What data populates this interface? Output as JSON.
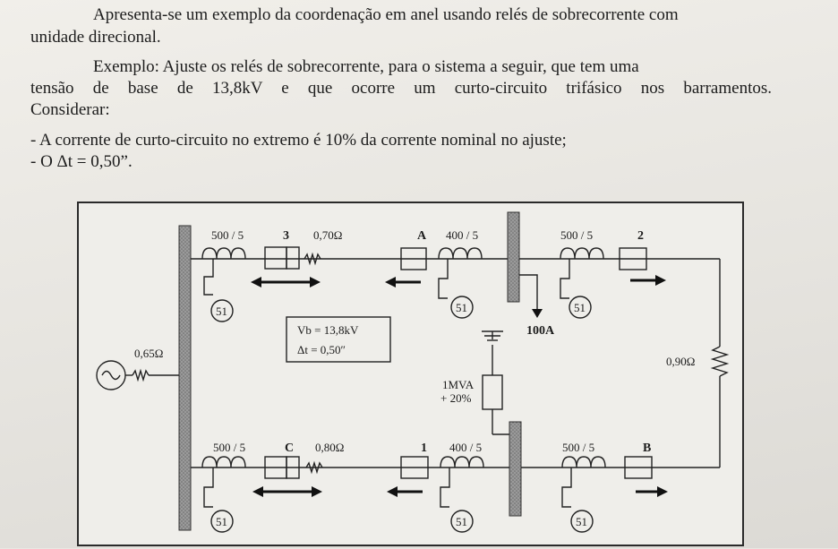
{
  "text": {
    "p1_line1": "Apresenta-se um exemplo da coordenação em anel usando relés de sobrecorrente com",
    "p1_line2": "unidade direcional.",
    "p2_line1": "Exemplo: Ajuste os relés de sobrecorrente, para o sistema a seguir, que tem uma",
    "p2_line2": "tensão de base de 13,8kV e que ocorre um curto-circuito trifásico nos barramentos.",
    "p2_line3": "Considerar:",
    "bullet1": "- A corrente de curto-circuito no extremo é 10% da corrente nominal no ajuste;",
    "bullet2": "- O Δt = 0,50”."
  },
  "diagram": {
    "ct_top_left": "500 / 5",
    "relay_top_left": "3",
    "imp_top_left": "0,70Ω",
    "relay_top_mid": "A",
    "ct_top_mid": "400 / 5",
    "ct_top_right": "500 / 5",
    "relay_top_right": "2",
    "relay51": "51",
    "info_vb": "Vb = 13,8kV",
    "info_dt": "Δt = 0,50″",
    "source_imp": "0,65Ω",
    "load": "100A",
    "transformer_rating": "1MVA",
    "transformer_imp": "+ 20%",
    "right_imp": "0,90Ω",
    "ct_bot_left": "500 / 5",
    "relay_bot_left": "C",
    "imp_bot_left": "0,80Ω",
    "relay_bot_mid": "1",
    "ct_bot_mid": "400 / 5",
    "ct_bot_right": "500 / 5",
    "relay_bot_right": "B"
  }
}
